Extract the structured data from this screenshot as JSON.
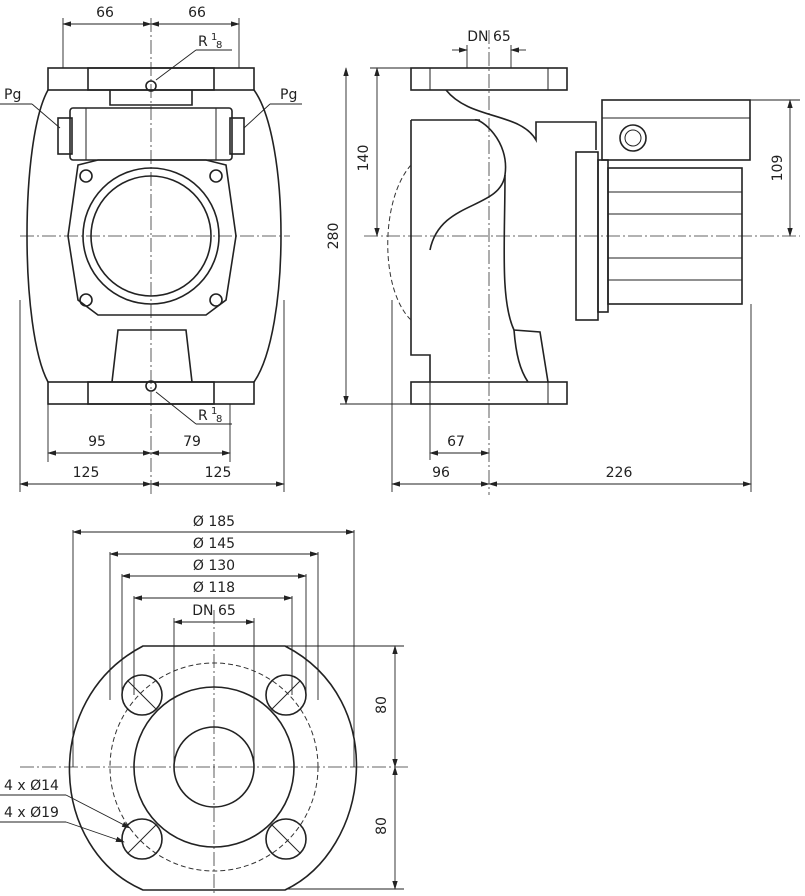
{
  "front_view": {
    "dim_top_left": "66",
    "dim_top_right": "66",
    "thread_top": "R",
    "thread_bottom": "R",
    "thread_frac_num": "1",
    "thread_frac_den": "8",
    "pg_left": "Pg",
    "pg_right": "Pg",
    "dim_95": "95",
    "dim_79": "79",
    "dim_125_left": "125",
    "dim_125_right": "125"
  },
  "side_view": {
    "dn_label": "DN 65",
    "dim_140": "140",
    "dim_280": "280",
    "dim_109": "109",
    "dim_67": "67",
    "dim_96": "96",
    "dim_226": "226"
  },
  "flange_view": {
    "d185": "Ø 185",
    "d145": "Ø 145",
    "d130": "Ø 130",
    "d118": "Ø 118",
    "dn": "DN 65",
    "dim_80_top": "80",
    "dim_80_bottom": "80",
    "holes_14": "4 x Ø14",
    "holes_19": "4 x Ø19"
  }
}
